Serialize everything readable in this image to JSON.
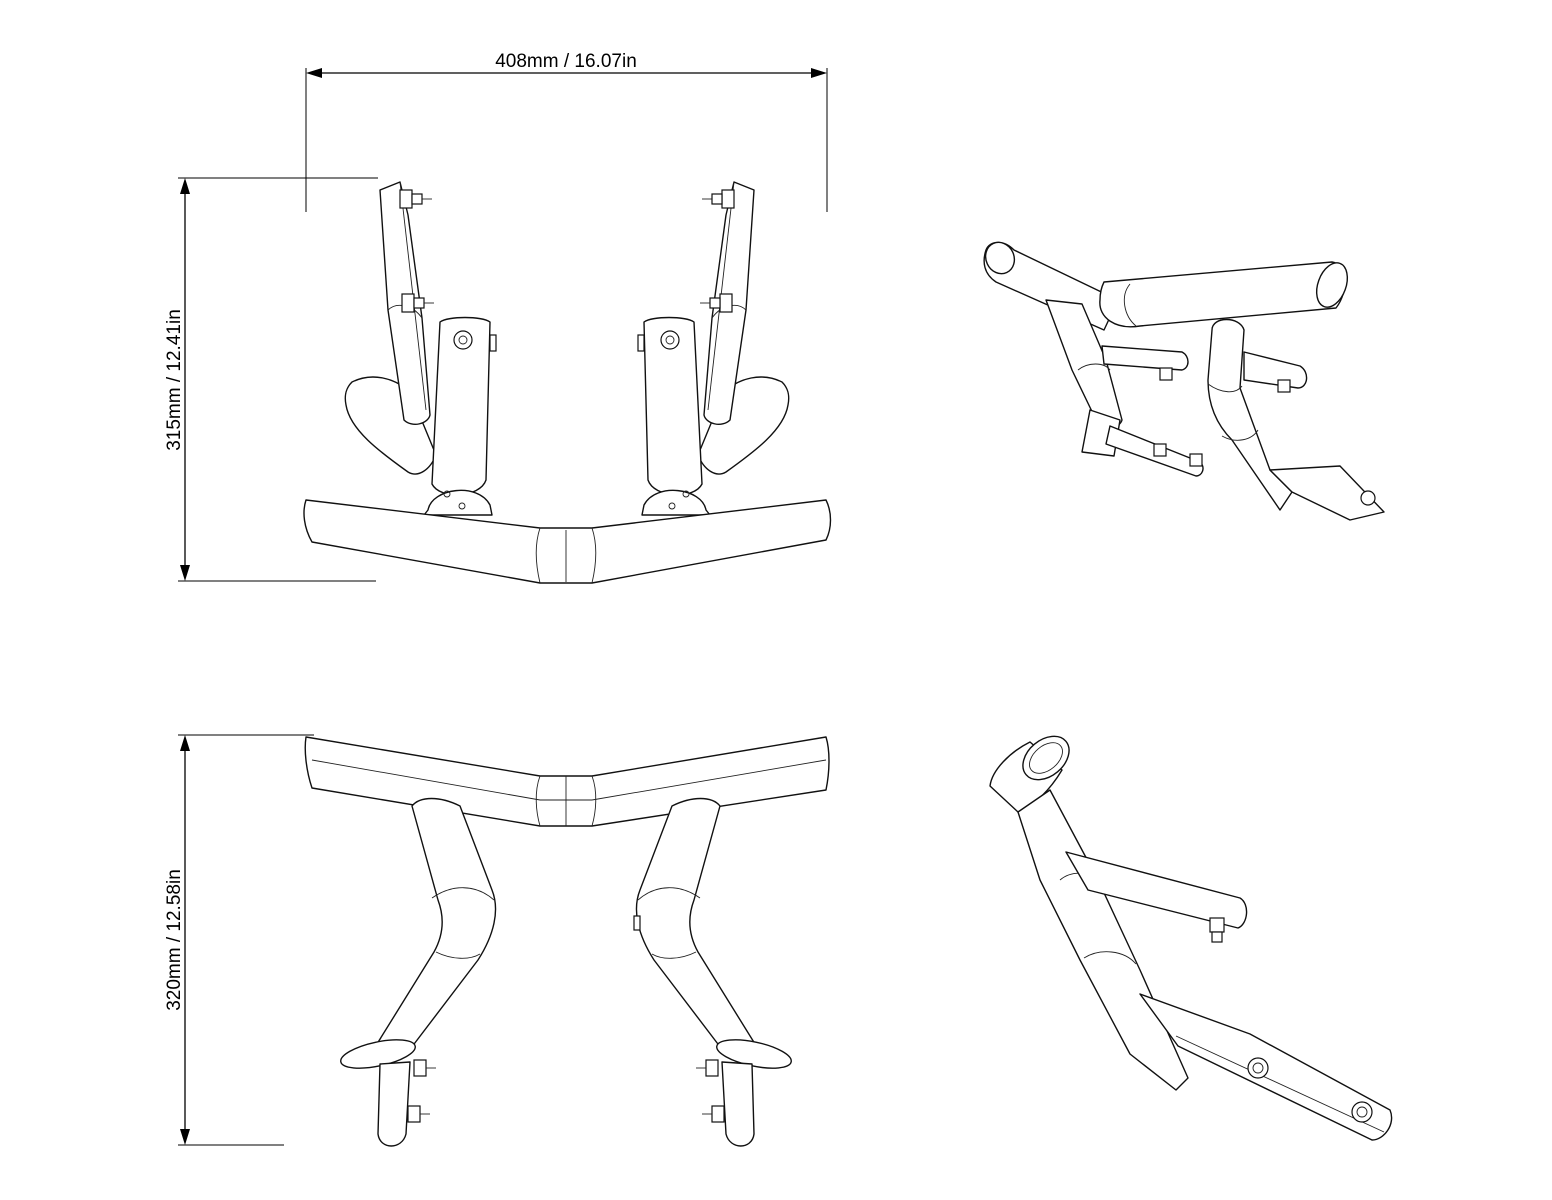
{
  "dimensions": {
    "width_label": "408mm / 16.07in",
    "height_top_label": "315mm / 12.41in",
    "height_bottom_label": "320mm / 12.58in"
  },
  "colors": {
    "line": "#111111",
    "background": "#ffffff"
  }
}
